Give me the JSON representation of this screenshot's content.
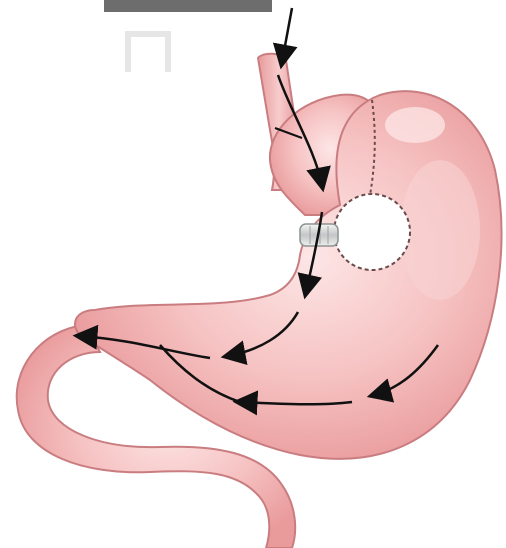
{
  "diagram": {
    "subject": "stomach-with-gastric-band-food-path",
    "colors": {
      "tissue_fill": "#f1aeae",
      "tissue_highlight": "#fce3e3",
      "tissue_outline": "#c97d80",
      "arrow": "#111111",
      "band": "#d9dbdb",
      "header_bar": "#6d6d6d"
    },
    "arrows": [
      {
        "name": "food-entry-arrow"
      },
      {
        "name": "esophagus-arrow"
      },
      {
        "name": "pouch-outlet-arrow"
      },
      {
        "name": "body-to-antrum-arrow"
      },
      {
        "name": "greater-curve-arrow"
      },
      {
        "name": "lower-antrum-arrow"
      },
      {
        "name": "duodenum-arrow"
      }
    ]
  }
}
